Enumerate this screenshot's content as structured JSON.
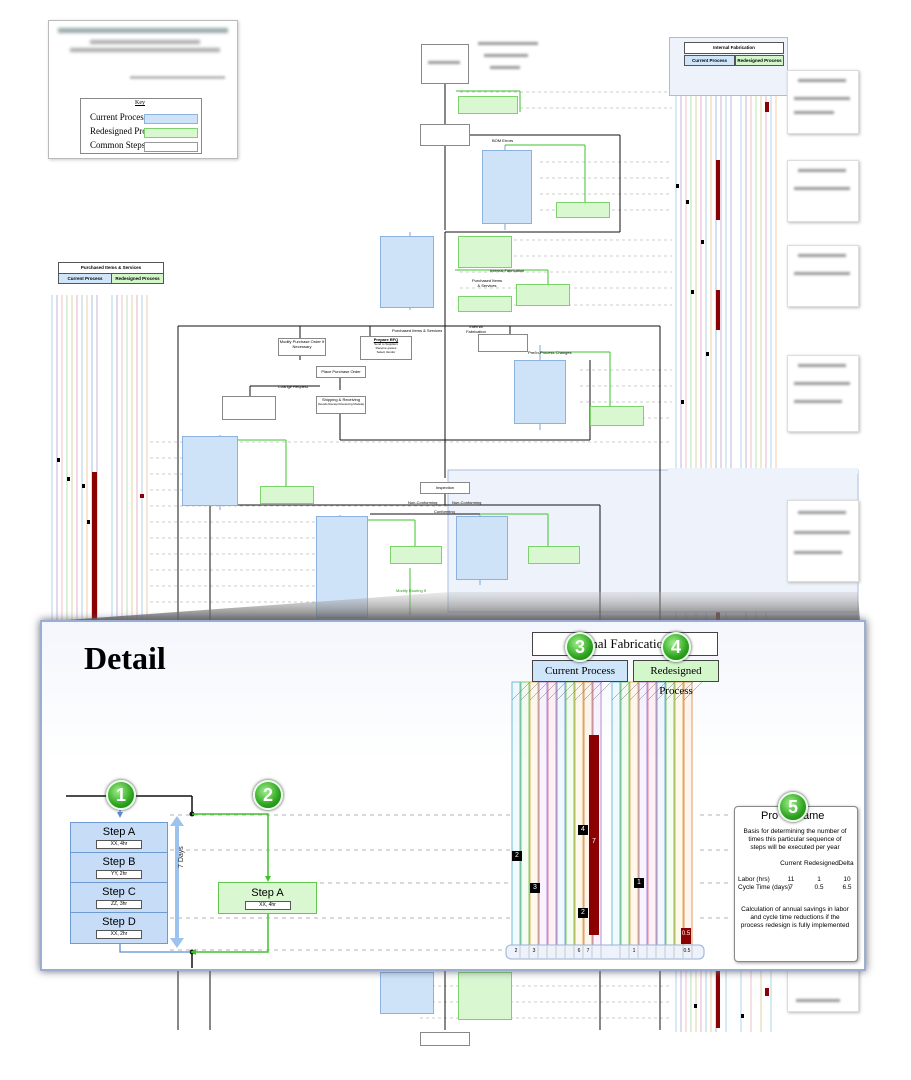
{
  "key": {
    "title": "Key",
    "rows": [
      {
        "label": "Current Process",
        "color": "#cfe3f8"
      },
      {
        "label": "Redesigned Process",
        "color": "#d9f7d1"
      },
      {
        "label": "Common Steps",
        "color": "#ffffff"
      }
    ]
  },
  "left_panel": {
    "title": "Purchased Items & Services",
    "current": "Current Process",
    "redesigned": "Redesigned Process"
  },
  "right_panel": {
    "title": "Internal Fabrication",
    "current": "Current Process",
    "redesigned": "Redesigned Process"
  },
  "flow_labels": {
    "bom_errors": "BOM Errors",
    "internal_fabrication": "Internal Fabrication",
    "purchased_items": "Purchased Items & Services",
    "purchased_items_services": "Purchased Items & Services",
    "internal_fab2": "Internal Fabrication",
    "modify_po": "Modify Purchase Order If Necessary",
    "prepare_rfq": "Prepare RFQ",
    "rfq_items": [
      "Send to Suppliers",
      "Receive quotes",
      "Select Vendor"
    ],
    "place_po": "Place Purchase Order",
    "change_request": "Change Request",
    "shipping": "Shipping & Receiving",
    "shipping_sub": "(Goods Receipt Receiving Module)",
    "inspection": "Inspection",
    "non_conforming": "Non-Conforming",
    "non_conforming2": "Non-Conforming",
    "conforming": "Conforming",
    "process_change": "Pre/In-Process Changes",
    "modify_routing": "Modify Routing If",
    "days_7": "7 Days"
  },
  "detail": {
    "title": "Detail",
    "steps": [
      {
        "name": "Step A",
        "value": "XX, 4hr"
      },
      {
        "name": "Step B",
        "value": "YY, 2hr"
      },
      {
        "name": "Step C",
        "value": "ZZ, 3hr"
      },
      {
        "name": "Step D",
        "value": "XX, 2hr"
      }
    ],
    "duration": "7 Days",
    "redesigned_step": {
      "name": "Step A",
      "value": "XX, 4hr"
    },
    "badges": [
      "1",
      "2",
      "3",
      "4",
      "5"
    ],
    "panel_header": "rnal Fabricatio",
    "current_header": "Current Process",
    "redesigned_header": "Redesigned Process",
    "markers": [
      "2",
      "3",
      "4",
      "7",
      "2",
      "1",
      "0.5"
    ],
    "bottom_numbers": [
      "2",
      "3",
      "6",
      "7",
      "1",
      "0.5"
    ],
    "profile": {
      "title_a": "Pro",
      "title_b": "ame",
      "basis": "Basis for determining the number of times this particular sequence of steps will be executed per year",
      "col_current": "Current",
      "col_redesigned": "Redesigned",
      "col_delta": "Delta",
      "row1_label": "Labor (hrs)",
      "row1": [
        "11",
        "1",
        "10"
      ],
      "row2_label": "Cycle Time (days)",
      "row2": [
        "7",
        "0.5",
        "6.5"
      ],
      "note": "Calculation of annual savings in labor and cycle time reductions if the process redesign is fully implemented"
    }
  }
}
